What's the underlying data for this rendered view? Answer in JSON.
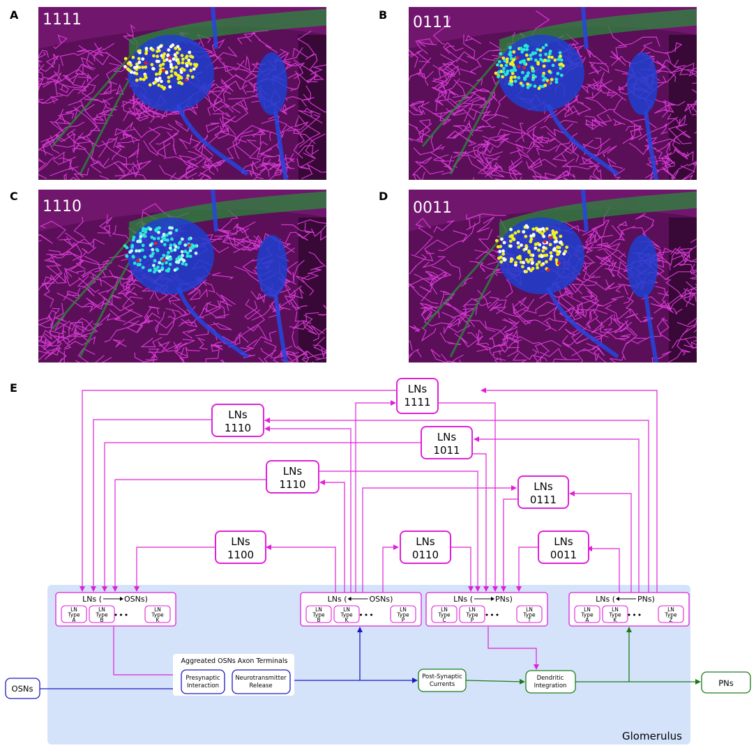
{
  "panels": [
    {
      "letter": "A",
      "code": "1111",
      "dots": "yellow"
    },
    {
      "letter": "B",
      "code": "0111",
      "dots": "cyan-yellow"
    },
    {
      "letter": "C",
      "code": "1110",
      "dots": "cyan"
    },
    {
      "letter": "D",
      "code": "0011",
      "dots": "yellow"
    }
  ],
  "diagram": {
    "letter": "E",
    "region_label": "Glomerulus",
    "ln_boxes": [
      {
        "id": "b1111",
        "line1": "LNs",
        "line2": "1111"
      },
      {
        "id": "b1110a",
        "line1": "LNs",
        "line2": "1110"
      },
      {
        "id": "b1011",
        "line1": "LNs",
        "line2": "1011"
      },
      {
        "id": "b1110b",
        "line1": "LNs",
        "line2": "1110"
      },
      {
        "id": "b0111",
        "line1": "LNs",
        "line2": "0111"
      },
      {
        "id": "b1100",
        "line1": "LNs",
        "line2": "1100"
      },
      {
        "id": "b0110",
        "line1": "LNs",
        "line2": "0110"
      },
      {
        "id": "b0011",
        "line1": "LNs",
        "line2": "0011"
      }
    ],
    "groups": [
      {
        "id": "g1",
        "title_left": "LNs (",
        "title_right": "OSNs)",
        "arrow": "right",
        "types": [
          [
            "LN",
            "Type",
            "A"
          ],
          [
            "LN",
            "Type",
            "B"
          ],
          [
            "LN",
            "Type",
            "K"
          ]
        ]
      },
      {
        "id": "g2",
        "title_left": "LNs (",
        "title_right": "OSNs)",
        "arrow": "left",
        "types": [
          [
            "LN",
            "Type",
            "B"
          ],
          [
            "LN",
            "Type",
            "K"
          ],
          [
            "LN",
            "Type",
            "P"
          ]
        ]
      },
      {
        "id": "g3",
        "title_left": "LNs (",
        "title_right": "PNs)",
        "arrow": "right",
        "types": [
          [
            "LN",
            "Type",
            "C"
          ],
          [
            "LN",
            "Type",
            "P"
          ],
          [
            "LN",
            "Type",
            "T"
          ]
        ]
      },
      {
        "id": "g4",
        "title_left": "LNs (",
        "title_right": "PNs)",
        "arrow": "left",
        "types": [
          [
            "LN",
            "Type",
            "A"
          ],
          [
            "LN",
            "Type",
            "K"
          ],
          [
            "LN",
            "Type",
            "Z"
          ]
        ]
      }
    ],
    "aggregate_label": "Aggreated OSNs Axon Terminals",
    "presynaptic": [
      "Presynaptic",
      "Interaction"
    ],
    "neurotransmitter": [
      "Neurotransmitter",
      "Release"
    ],
    "postsynaptic": [
      "Post-Synaptic",
      "Currents"
    ],
    "dendritic": [
      "Dendritic",
      "Integration"
    ],
    "osns_label": "OSNs",
    "pns_label": "PNs",
    "ellipsis": "•••",
    "colors": {
      "magenta": "#e020d8",
      "blue": "#1a1ac0",
      "green": "#1a7a1a",
      "region": "#d4e3fa"
    }
  }
}
